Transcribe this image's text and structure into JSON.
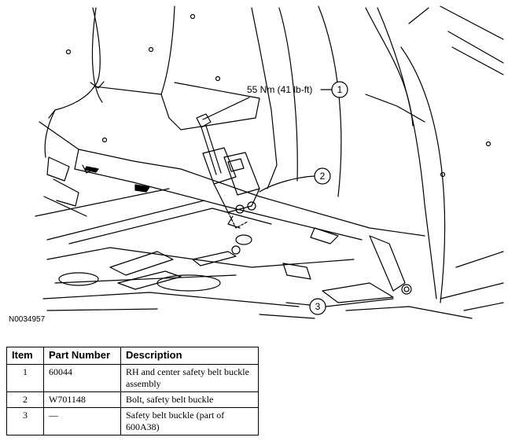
{
  "figure": {
    "id": "N0034957",
    "callouts": [
      {
        "number": "1",
        "label": "55 Nm (41 lb-ft)"
      },
      {
        "number": "2",
        "label": ""
      },
      {
        "number": "3",
        "label": ""
      }
    ]
  },
  "table": {
    "headers": [
      "Item",
      "Part Number",
      "Description"
    ],
    "rows": [
      {
        "item": "1",
        "part_number": "60044",
        "description": "RH and center safety belt buckle assembly"
      },
      {
        "item": "2",
        "part_number": "W701148",
        "description": "Bolt, safety belt buckle"
      },
      {
        "item": "3",
        "part_number": "—",
        "description": "Safety belt buckle (part of 600A38)"
      }
    ]
  }
}
